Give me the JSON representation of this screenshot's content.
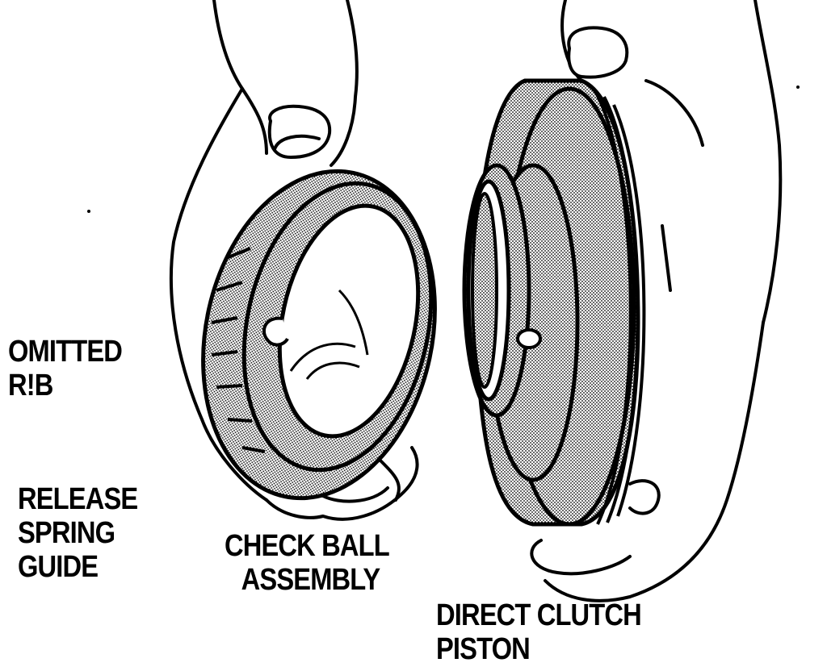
{
  "labels": {
    "omitted_rib": [
      "OMITTED",
      "R!B"
    ],
    "release_spring_guide": [
      "RELEASE",
      "SPRING",
      "GUIDE"
    ],
    "check_ball_assembly": [
      "CHECK BALL",
      "ASSEMBLY"
    ],
    "direct_clutch_piston": [
      "DIRECT CLUTCH",
      "PISTON"
    ]
  },
  "colors": {
    "ink": "#000000",
    "paper": "#ffffff",
    "stipple": "#8a8a8a"
  }
}
